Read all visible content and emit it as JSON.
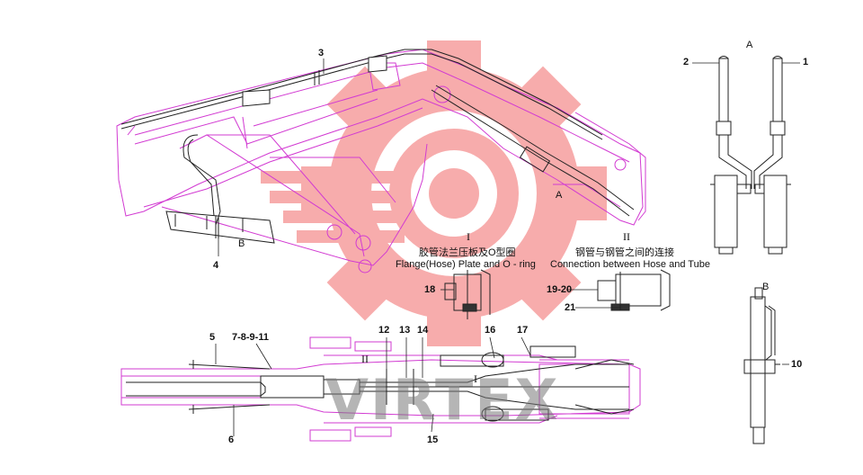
{
  "watermark": {
    "text": "VIRTEX",
    "color": "#f07a7a"
  },
  "details": {
    "one": {
      "roman": "I",
      "cn": "胶管法兰压板及O型圈",
      "en": "Flange(Hose) Plate and O - ring"
    },
    "two": {
      "roman": "II",
      "cn": "钢管与钢管之间的连接",
      "en": "Connection between Hose and Tube"
    }
  },
  "views": {
    "a_main": "A",
    "a_side": "A",
    "b_main": "B",
    "b_side": "B"
  },
  "markers": {
    "roman_i": "I",
    "roman_ii": "II"
  },
  "parts": {
    "p1": "1",
    "p2": "2",
    "p3": "3",
    "p4": "4",
    "p5": "5",
    "p6": "6",
    "p7_11": "7-8-9-11",
    "p10": "10",
    "p12": "12",
    "p13": "13",
    "p14": "14",
    "p15": "15",
    "p16": "16",
    "p17": "17",
    "p18": "18",
    "p19_20": "19-20",
    "p21": "21"
  },
  "colors": {
    "outline": "#d23bd2",
    "ink": "#222222",
    "wm_red": "#f06a6a"
  }
}
